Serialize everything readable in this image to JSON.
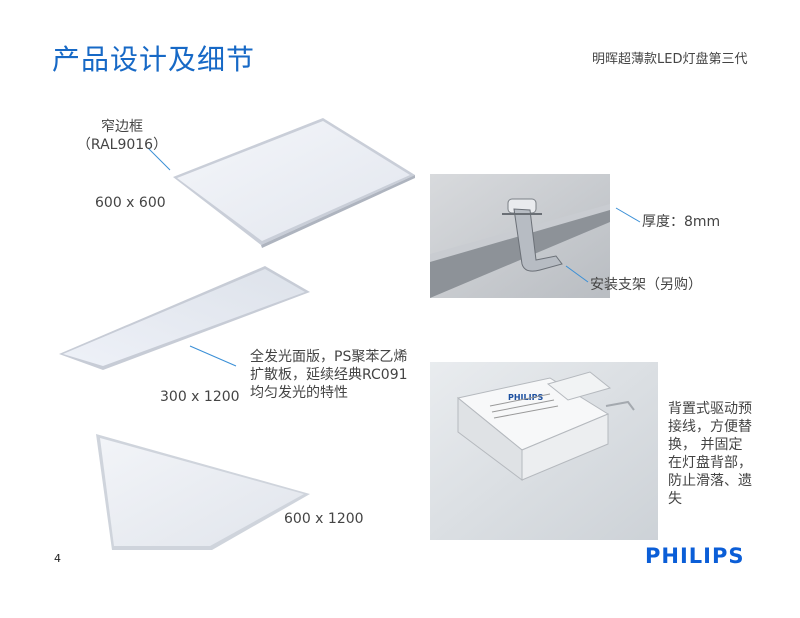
{
  "header": {
    "title": "产品设计及细节",
    "subtitle": "明晖超薄款LED灯盘第三代"
  },
  "labels": {
    "frame_name": "窄边框",
    "frame_color": "（RAL9016）",
    "size_600x600": "600 x 600",
    "size_300x1200": "300 x 1200",
    "size_600x1200": "600 x 1200",
    "diffuser_line1": "全发光面版，PS聚苯乙烯",
    "diffuser_line2": "扩散板，延续经典RC091",
    "diffuser_line3": "均匀发光的特性",
    "thickness": "厚度：8mm",
    "bracket": "安装支架（另购）",
    "driver_line1": "背置式驱动预",
    "driver_line2": "接线，方便替",
    "driver_line3": "换，  并固定",
    "driver_line4": "在灯盘背部，",
    "driver_line5": "防止滑落、遗",
    "driver_line6": "失"
  },
  "footer": {
    "page_number": "4",
    "logo": "PHILIPS"
  },
  "colors": {
    "title_blue": "#1769c6",
    "leader_blue": "#3a8fd6",
    "logo_blue": "#0b5ed7"
  }
}
